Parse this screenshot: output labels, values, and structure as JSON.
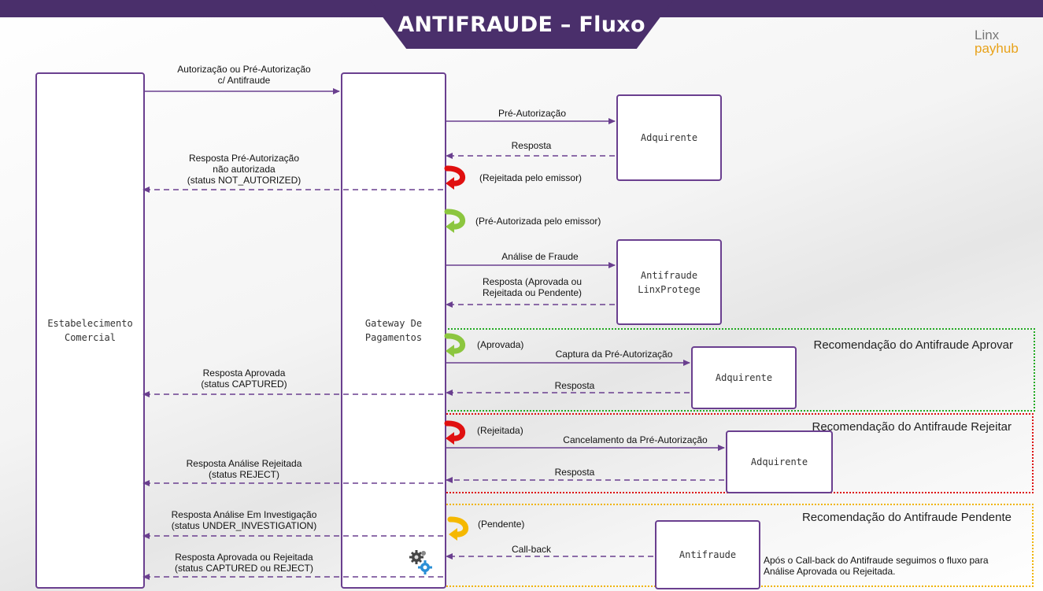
{
  "header": {
    "title": "ANTIFRAUDE – Fluxo"
  },
  "logo": {
    "line1": "Linx",
    "line2": "payhub"
  },
  "boxes": {
    "merchant": "Estabelecimento Comercial",
    "gateway": "Gateway De Pagamentos",
    "acquirer1": "Adquirente",
    "antifraud1": "Antifraude LinxProtege",
    "acquirer2": "Adquirente",
    "acquirer3": "Adquirente",
    "antifraud2": "Antifraude"
  },
  "messages": {
    "auth_request": "Autorização ou Pré-Autorização\nc/ Antifraude",
    "pre_auth": "Pré-Autorização",
    "response1": "Resposta",
    "preauth_denied": "Resposta Pré-Autorização\nnão autorizada\n(status NOT_AUTORIZED)",
    "rejected_issuer": "(Rejeitada pelo emissor)",
    "preauthorized_issuer": "(Pré-Autorizada pelo emissor)",
    "fraud_analysis": "Análise de Fraude",
    "fraud_response": "Resposta (Aprovada ou\nRejeitada ou Pendente)",
    "approved": "(Aprovada)",
    "capture": "Captura da Pré-Autorização",
    "response_approved_merchant": "Resposta Aprovada\n(status CAPTURED)",
    "response2": "Resposta",
    "rejected": "(Rejeitada)",
    "cancel": "Cancelamento da Pré-Autorização",
    "response_rejected_merchant": "Resposta  Análise Rejeitada\n(status REJECT)",
    "response3": "Resposta",
    "pending": "(Pendente)",
    "response_investigation": "Resposta Análise Em Investigação\n(status UNDER_INVESTIGATION)",
    "callback": "Call-back",
    "response_final": "Resposta  Aprovada ou Rejeitada\n(status CAPTURED ou REJECT)",
    "callback_note": "Após o Call-back do Antifraude seguimos o fluxo para\nAnálise Aprovada ou Rejeitada."
  },
  "zones": {
    "approve": "Recomendação do Antifraude\nAprovar",
    "reject": "Recomendação do Antifraude\nRejeitar",
    "pending": "Recomendação do Antifraude\nPendente"
  },
  "colors": {
    "purple": "#6a3f8f",
    "header": "#4a2f6b",
    "green_zone": "#22aa22",
    "red_zone": "#dd1111",
    "yellow_zone": "#f0b400",
    "red_arrow": "#e01010",
    "green_arrow": "#8cc63f",
    "yellow_arrow": "#f5b800"
  }
}
